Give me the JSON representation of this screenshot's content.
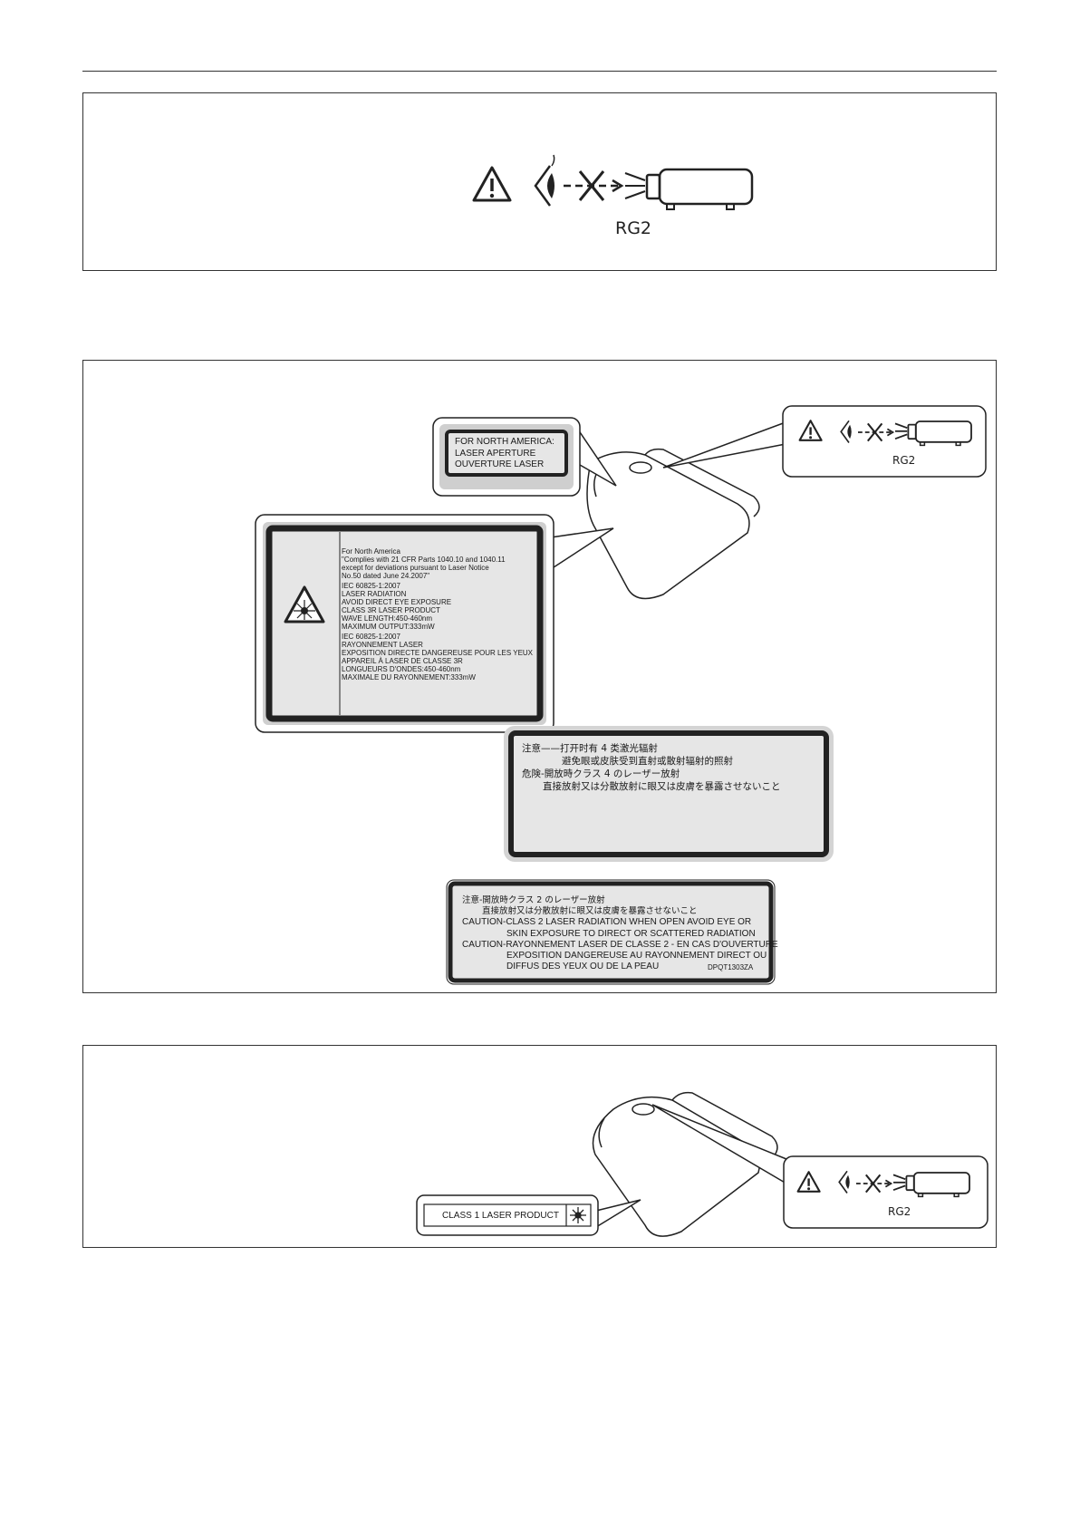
{
  "labels": {
    "rg2": "RG2",
    "na_aperture": [
      "FOR NORTH AMERICA:",
      "LASER APERTURE",
      "OUVERTURE LASER"
    ],
    "class3r": [
      "For North America",
      "\"Complies with 21 CFR Parts 1040.10 and 1040.11",
      "except for deviations pursuant to Laser Notice",
      "No.50 dated June 24.2007\"",
      "IEC 60825-1:2007",
      "LASER RADIATION",
      "AVOID DIRECT EYE EXPOSURE",
      "CLASS 3R LASER PRODUCT",
      "WAVE LENGTH:450-460nm",
      "MAXIMUM OUTPUT:333mW",
      "IEC 60825-1:2007",
      "RAYONNEMENT LASER",
      "EXPOSITION DIRECTE DANGEREUSE POUR LES YEUX",
      "APPAREIL À LASER DE CLASSE 3R",
      "LONGUEURS D'ONDES:450-460nm",
      "MAXIMALE DU RAYONNEMENT:333mW"
    ],
    "class4_jp": [
      "注意——打开时有 4 类激光辐射",
      "避免眼或皮肤受到直射或散射辐射的照射",
      "危険-開放時クラス 4 のレーザー放射",
      "直接放射又は分散放射に眼又は皮膚を暴露させないこと"
    ],
    "class2": [
      "注意-開放時クラス 2 のレーザー放射",
      "直接放射又は分散放射に眼又は皮膚を暴露させないこと",
      "CAUTION-CLASS 2 LASER RADIATION WHEN OPEN AVOID EYE OR",
      "SKIN EXPOSURE TO DIRECT OR SCATTERED RADIATION",
      "CAUTION-RAYONNEMENT LASER DE CLASSE 2 - EN CAS D'OUVERTURE",
      "EXPOSITION DANGEREUSE AU RAYONNEMENT DIRECT OU",
      "DIFFUS DES YEUX OU DE LA PEAU"
    ],
    "class2_code": "DPQT1303ZA",
    "class1": "CLASS 1 LASER PRODUCT"
  },
  "icons": [
    "warning-triangle-icon",
    "eye-icon",
    "cross-icon",
    "projector-icon",
    "laser-starburst-icon"
  ]
}
